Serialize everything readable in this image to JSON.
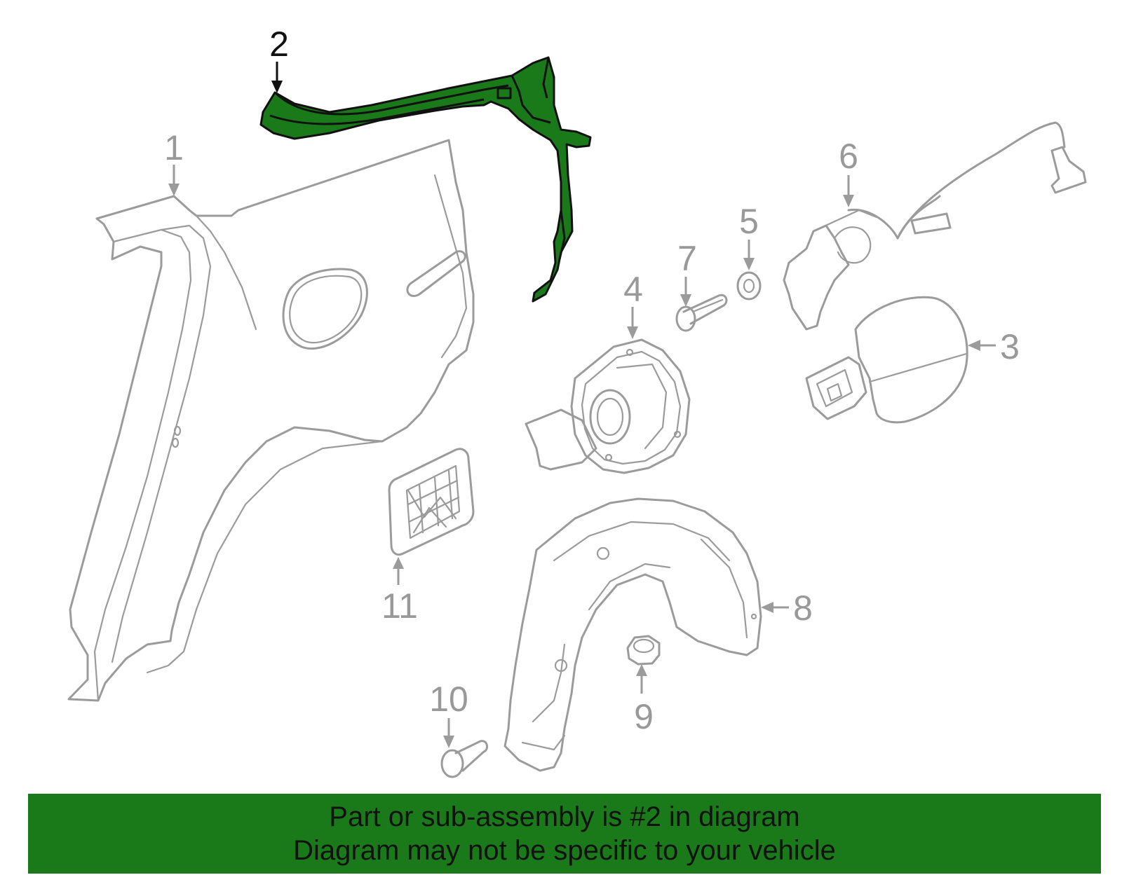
{
  "diagram": {
    "callouts": [
      {
        "id": "1",
        "label": "1"
      },
      {
        "id": "2",
        "label": "2"
      },
      {
        "id": "3",
        "label": "3"
      },
      {
        "id": "4",
        "label": "4"
      },
      {
        "id": "5",
        "label": "5"
      },
      {
        "id": "6",
        "label": "6"
      },
      {
        "id": "7",
        "label": "7"
      },
      {
        "id": "8",
        "label": "8"
      },
      {
        "id": "9",
        "label": "9"
      },
      {
        "id": "10",
        "label": "10"
      },
      {
        "id": "11",
        "label": "11"
      }
    ],
    "highlighted_part": "2",
    "colors": {
      "highlight_fill": "#1a7a1a",
      "part_stroke": "#9b9b9b",
      "banner_background": "#1a7a1a"
    }
  },
  "banner": {
    "line1": "Part or sub-assembly is #2 in diagram",
    "line2": "Diagram may not be specific to your vehicle"
  }
}
